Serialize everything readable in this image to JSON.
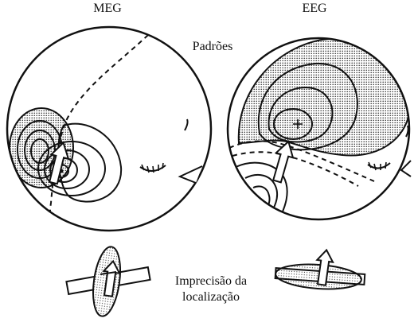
{
  "labels": {
    "meg": "MEG",
    "eeg": "EEG",
    "patterns": "Padrões",
    "imprecision_line1": "Imprecisão da",
    "imprecision_line2": "localização"
  },
  "colors": {
    "ink": "#111111",
    "paper": "#ffffff",
    "stipple": "#9a9a9a"
  },
  "icons": {
    "dipole": "arrow-icon",
    "eye": "closed-eye-icon",
    "nose": "nose-icon"
  }
}
